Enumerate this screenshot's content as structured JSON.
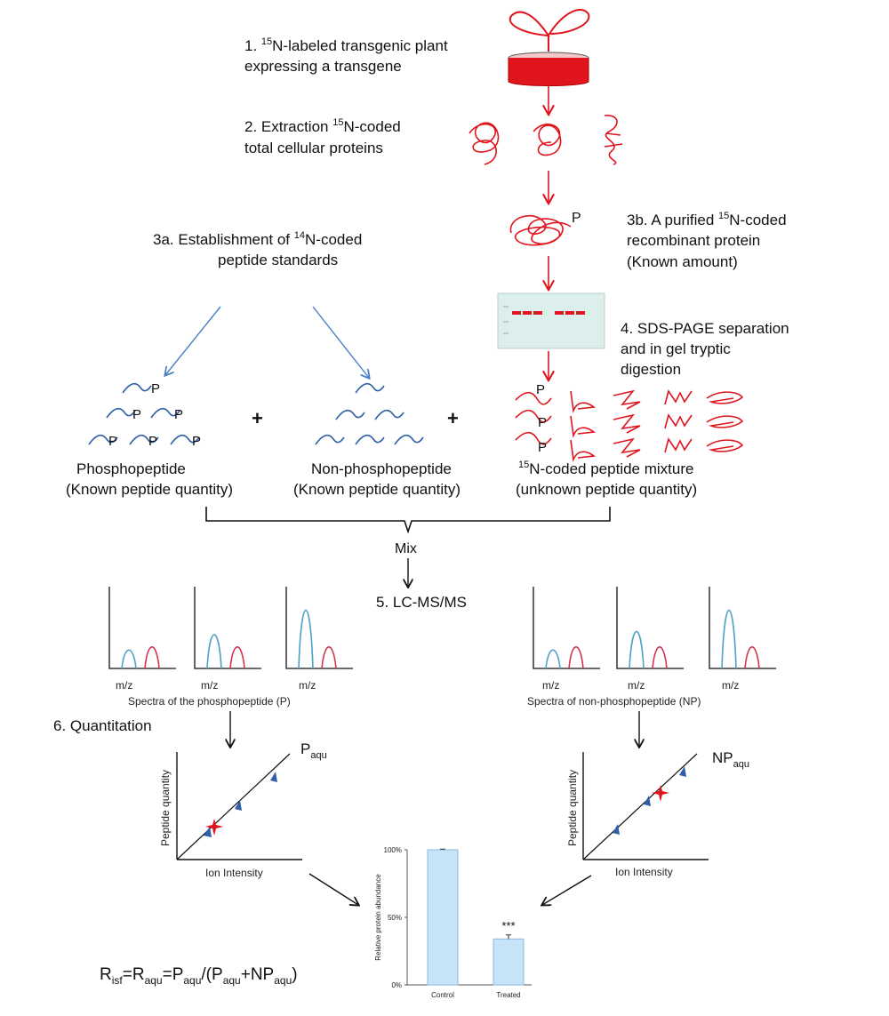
{
  "steps": {
    "s1": {
      "num": "1. ",
      "iso": "15",
      "line1": "N-labeled transgenic plant",
      "line2": "expressing a transgene"
    },
    "s2": {
      "num": "2. Extraction ",
      "iso": "15",
      "line1": "N-coded",
      "line2": "total cellular proteins"
    },
    "s3a": {
      "num": "3a. Establishment of ",
      "iso": "14",
      "line1": "N-coded",
      "line2": "peptide standards"
    },
    "s3b": {
      "num": "3b. A purified ",
      "iso": "15",
      "line1": "N-coded",
      "line2": "recombinant protein",
      "line3": "(Known amount)"
    },
    "s4": {
      "line1": "4. SDS-PAGE separation",
      "line2": "and in gel tryptic",
      "line3": "digestion"
    },
    "s5": "5. LC-MS/MS",
    "s6": "6. Quantitation"
  },
  "labels": {
    "p": "P",
    "plus": "+",
    "mix": "Mix"
  },
  "standards": {
    "phospho": "Phosphopeptide",
    "phospho_qty": "(Known peptide quantity)",
    "nonphospho": "Non-phosphopeptide",
    "nonphospho_qty": "(Known peptide quantity)"
  },
  "mixture": {
    "iso": "15",
    "line1": "N-coded peptide mixture",
    "line2": "(unknown peptide quantity)"
  },
  "spectra": {
    "mz": "m/z",
    "left_caption": "Spectra of the phosphopeptide (P)",
    "right_caption": "Spectra of non-phosphopeptide (NP)",
    "panels": [
      {
        "group": "left",
        "blue": 0.3,
        "red": 0.35
      },
      {
        "group": "left",
        "blue": 0.55,
        "red": 0.35
      },
      {
        "group": "left",
        "blue": 0.95,
        "red": 0.35
      },
      {
        "group": "right",
        "blue": 0.3,
        "red": 0.35
      },
      {
        "group": "right",
        "blue": 0.6,
        "red": 0.35
      },
      {
        "group": "right",
        "blue": 0.95,
        "red": 0.35
      }
    ]
  },
  "quant": {
    "p_main": "P",
    "np_main": "NP",
    "sub": "aqu",
    "ylabel": "Peptide quantity",
    "xlabel": "Ion Intensity"
  },
  "chart_data": {
    "type": "bar",
    "categories": [
      "Control",
      "Treated"
    ],
    "values": [
      100,
      34
    ],
    "errors": [
      0.5,
      3
    ],
    "annotations": [
      "",
      "***"
    ],
    "ylabel": "Relative protein abundance",
    "ylim": [
      0,
      100
    ],
    "yticks": [
      "0%",
      "50%",
      "100%"
    ],
    "bar_color": "#c7e3f8",
    "bar_edge": "#8cb8dc"
  },
  "formula": {
    "r": "R",
    "isf": "isf",
    "eq1": "=R",
    "aqu": "aqu",
    "eq2": "=P",
    "eq3": "/(P",
    "eq4": "+NP",
    "eq5": ")"
  },
  "colors": {
    "red": "#e0141c",
    "blue": "#2e5fa8",
    "blue_spec": "#4fa3c7",
    "red_spec": "#d2334f"
  }
}
